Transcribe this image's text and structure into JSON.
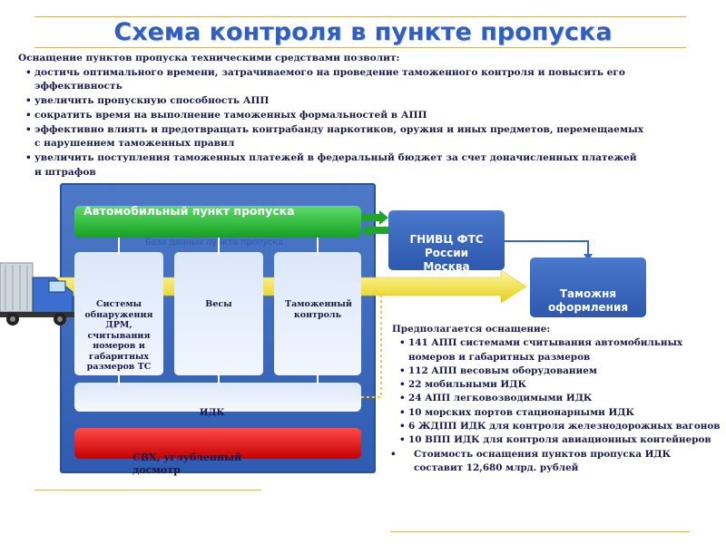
{
  "title": "Схема контроля в пункте пропуска",
  "intro": {
    "heading": "Оснащение пунктов пропуска техническими средствами позволит:",
    "items": [
      "достичь оптимального времени, затрачиваемого на проведение таможенного контроля и повысить его эффективность",
      "увеличить пропускную способность АПП",
      "сократить время на выполнение таможенных формальностей в АПП",
      "эффективно влиять и предотвращать контрабанду наркотиков, оружия и иных предметов, перемещаемых с нарушением таможенных правил",
      "увеличить поступления таможенных платежей в федеральный бюджет за счет доначисленных платежей и штрафов"
    ]
  },
  "diagram": {
    "checkpoint": "Автомобильный пункт пропуска",
    "database": "База данных пункта пропуска",
    "systems": "Системы обнаружения ДРМ, считывания номеров и габаритных размеров ТС",
    "scales": "Весы",
    "customs_control": "Таможенный контроль",
    "idk": "ИДК",
    "svh": "СВХ, углубленный досмотр",
    "gnivc": "ГНИВЦ ФТС России Москва",
    "customs_office": "Таможня оформления"
  },
  "plan": {
    "heading": "Предполагается оснащение:",
    "items": [
      "141 АПП системами считывания автомобильных номеров и габаритных размеров",
      "112 АПП весовым оборудованием",
      "22 мобильными ИДК",
      "24 АПП легковозводимыми ИДК",
      "10 морских портов стационарными ИДК",
      "6 ЖДПП ИДК для контроля железнодорожных вагонов",
      "10 ВПП ИДК для контроля авиационных контейнеров"
    ],
    "cost": "Стоимость оснащения пунктов пропуска ИДК составит 12,680 млрд. рублей"
  },
  "colors": {
    "title": "#2f5fc0",
    "panel": "#2f5cb0",
    "green": "#16a023",
    "red": "#c40000",
    "arrow": "#f2e63a"
  },
  "icons": [
    "truck-icon"
  ]
}
